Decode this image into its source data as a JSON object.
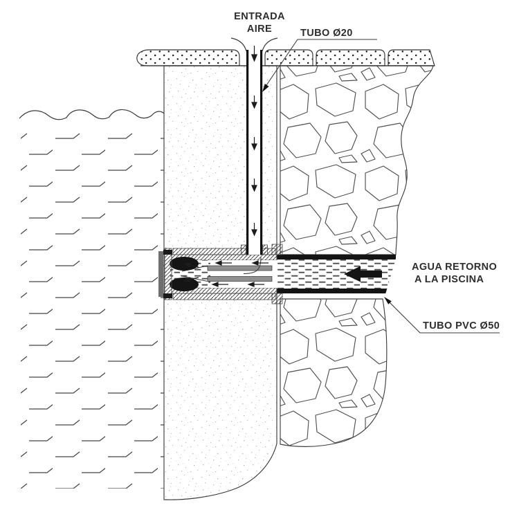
{
  "labels": {
    "air_line1": "ENTRADA",
    "air_line2": "AIRE",
    "tube20": "TUBO Ø20",
    "return_line1": "AGUA RETORNO",
    "return_line2": "A LA PISCINA",
    "tube50": "TUBO PVC Ø50"
  },
  "icons": {
    "pipe_flow_arrow": "solid left-pointing arrow (water flow to pool)",
    "air_down_arrow": "small down arrow (air descending in tube)",
    "air_intake_flare": "curved intake lines at tube mouth",
    "leader_arrowhead": "filled triangle arrowhead",
    "water_symbol": "dash with up-tick (still water hatch)",
    "wave": "sinusoidal water surface line"
  },
  "colors": {
    "line": "#3a3a3a",
    "text": "#2d2d2d",
    "black": "#141414",
    "stipple": "#b9b9b9",
    "wdash": "#4a4a4a",
    "rock": "#4f4f4f"
  }
}
